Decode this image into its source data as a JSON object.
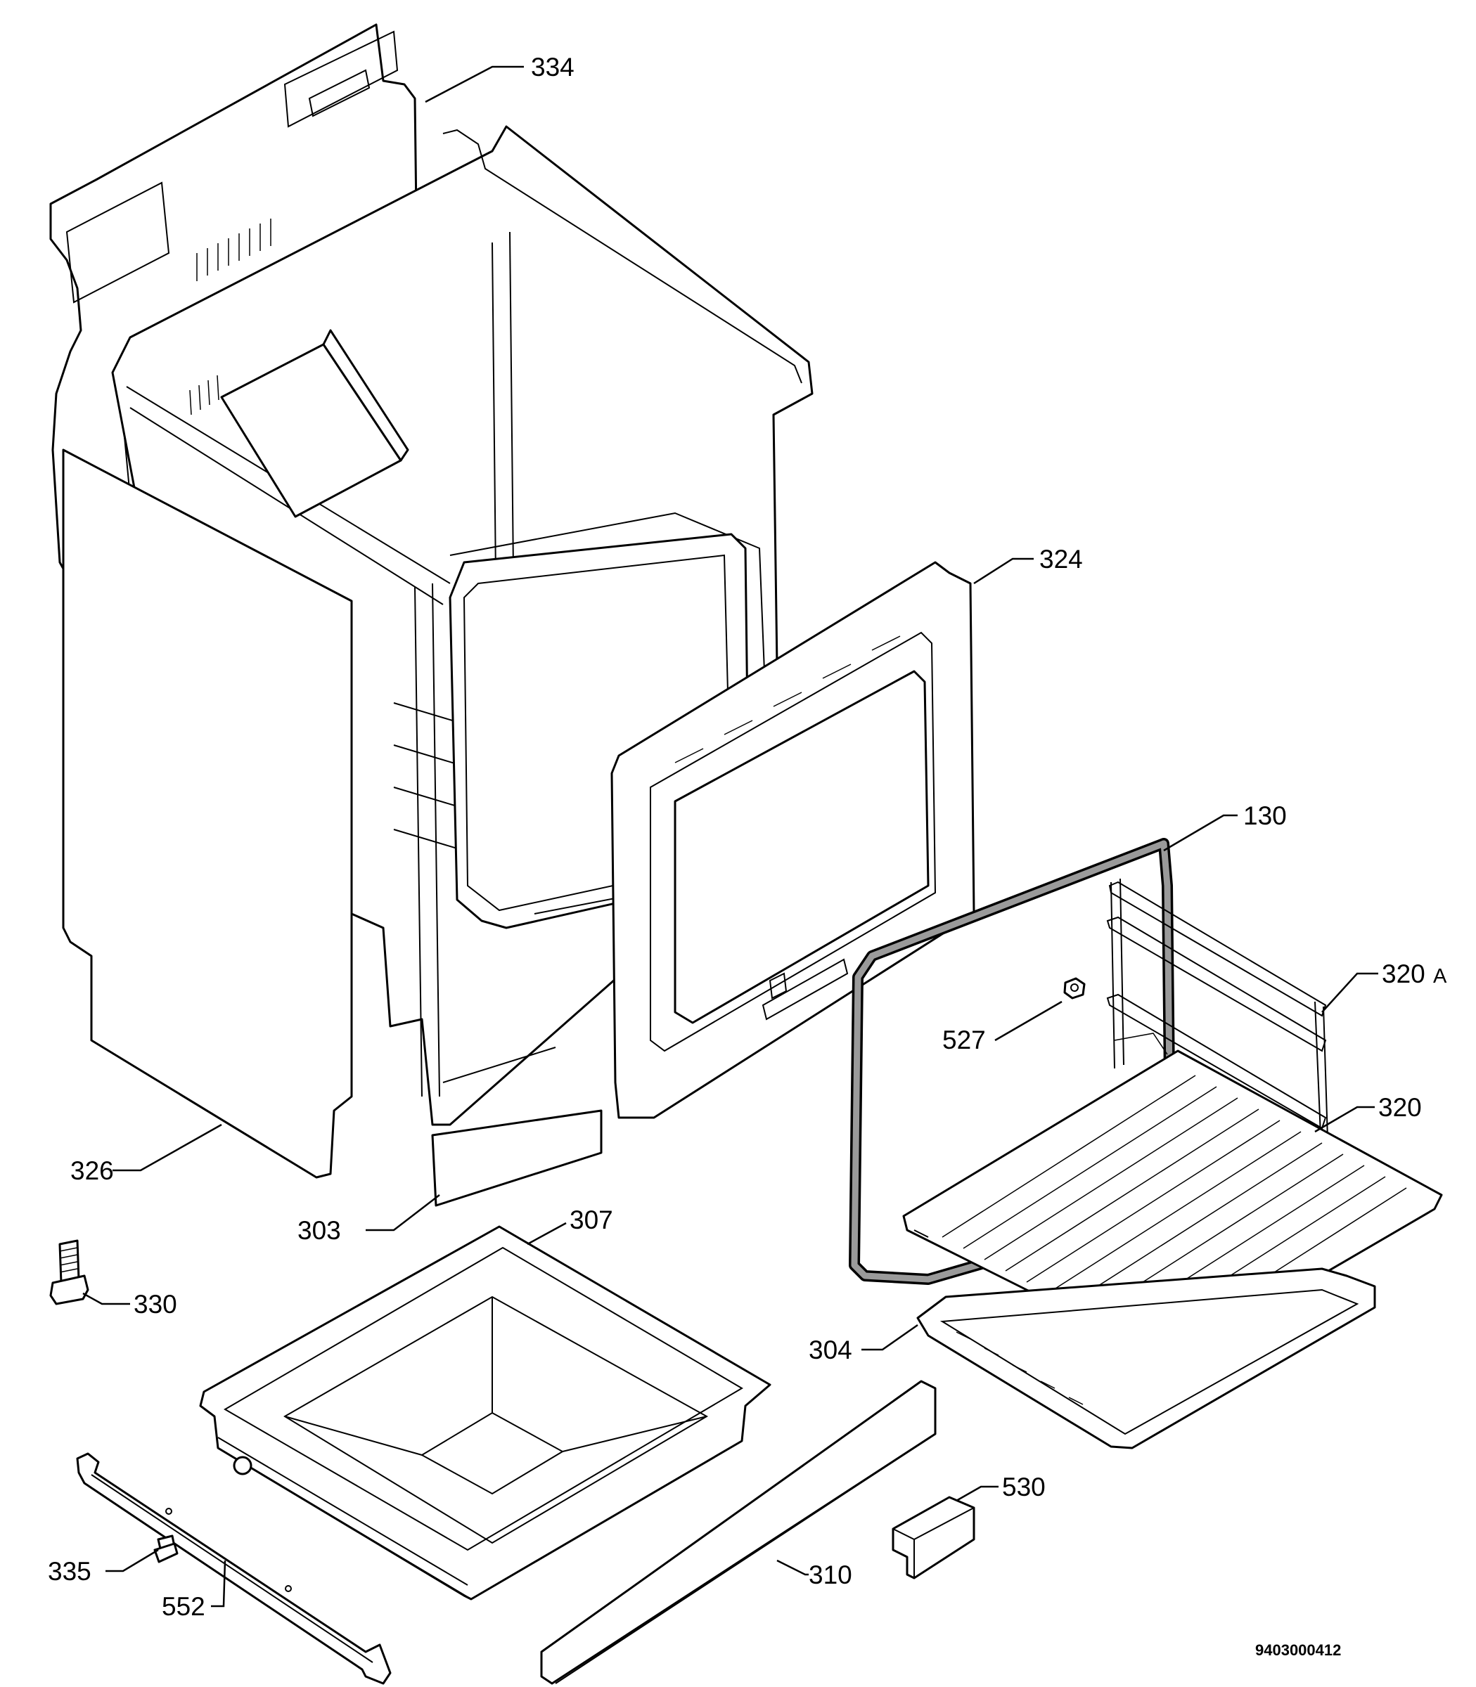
{
  "diagram": {
    "document_number": "9403000412",
    "labels": {
      "p334": "334",
      "p324": "324",
      "p130": "130",
      "p320a_num": "320",
      "p320a_suffix": "A",
      "p527": "527",
      "p320": "320",
      "p326": "326",
      "p303": "303",
      "p307": "307",
      "p330": "330",
      "p304": "304",
      "p530": "530",
      "p335": "335",
      "p552": "552",
      "p310": "310"
    }
  }
}
